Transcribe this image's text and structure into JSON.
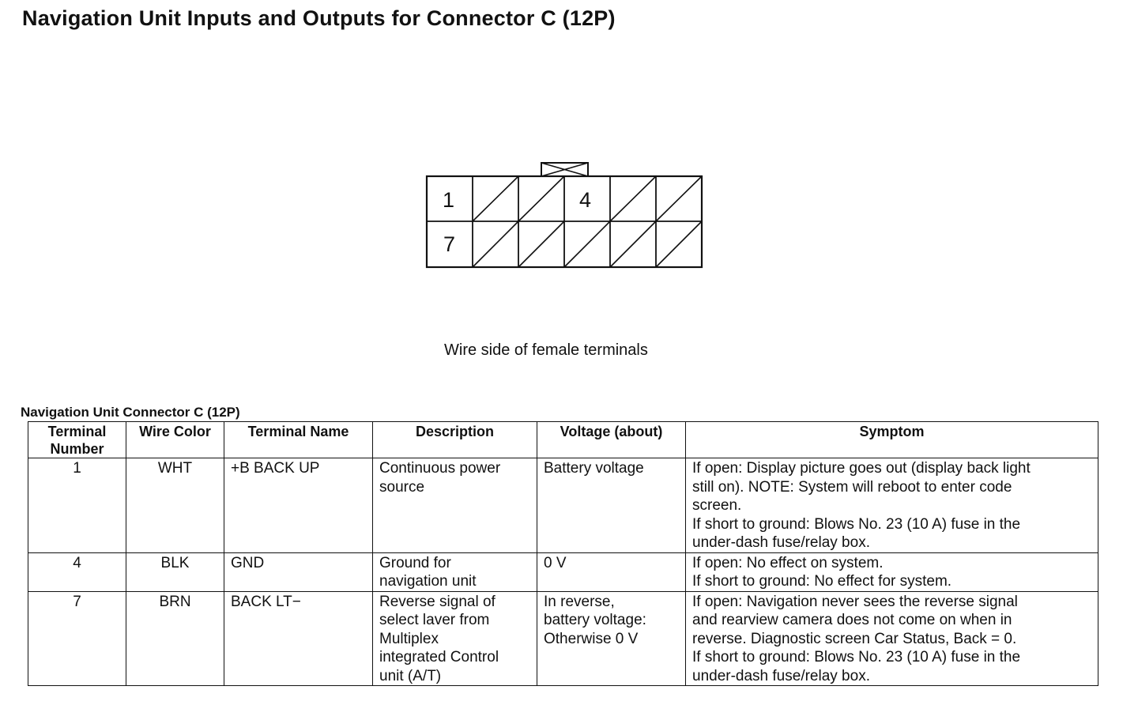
{
  "page": {
    "title": "Navigation Unit Inputs and Outputs for Connector C (12P)"
  },
  "connector": {
    "caption": "Wire side of female terminals",
    "terminal_labels": [
      "1",
      "4",
      "7"
    ],
    "unused_cavities_marked": true
  },
  "table": {
    "caption": "Navigation Unit Connector C (12P)",
    "headers": {
      "terminal_number": "Terminal\nNumber",
      "wire_color": "Wire Color",
      "terminal_name": "Terminal Name",
      "description": "Description",
      "voltage": "Voltage (about)",
      "symptom": "Symptom"
    },
    "rows": [
      {
        "terminal_number": "1",
        "wire_color": "WHT",
        "terminal_name": "+B BACK UP",
        "description": "Continuous power\nsource",
        "voltage": "Battery voltage",
        "symptom": "If open: Display picture goes out (display back light\nstill on). NOTE: System will reboot to enter code\nscreen.\nIf short to ground: Blows No. 23 (10 A) fuse in the\nunder-dash fuse/relay box."
      },
      {
        "terminal_number": "4",
        "wire_color": "BLK",
        "terminal_name": "GND",
        "description": "Ground for\nnavigation unit",
        "voltage": "0 V",
        "symptom": "If open: No effect on system.\nIf short to ground: No effect for system."
      },
      {
        "terminal_number": "7",
        "wire_color": "BRN",
        "terminal_name": "BACK LT−",
        "description": "Reverse signal of\nselect laver from\nMultiplex\nintegrated Control\nunit (A/T)",
        "voltage": "In reverse,\nbattery voltage:\nOtherwise 0 V",
        "symptom": "If open: Navigation never sees the reverse signal\nand rearview camera does not come on when in\nreverse. Diagnostic screen Car Status, Back = 0.\nIf short to ground: Blows No. 23 (10 A) fuse in the\nunder-dash fuse/relay box."
      }
    ]
  }
}
